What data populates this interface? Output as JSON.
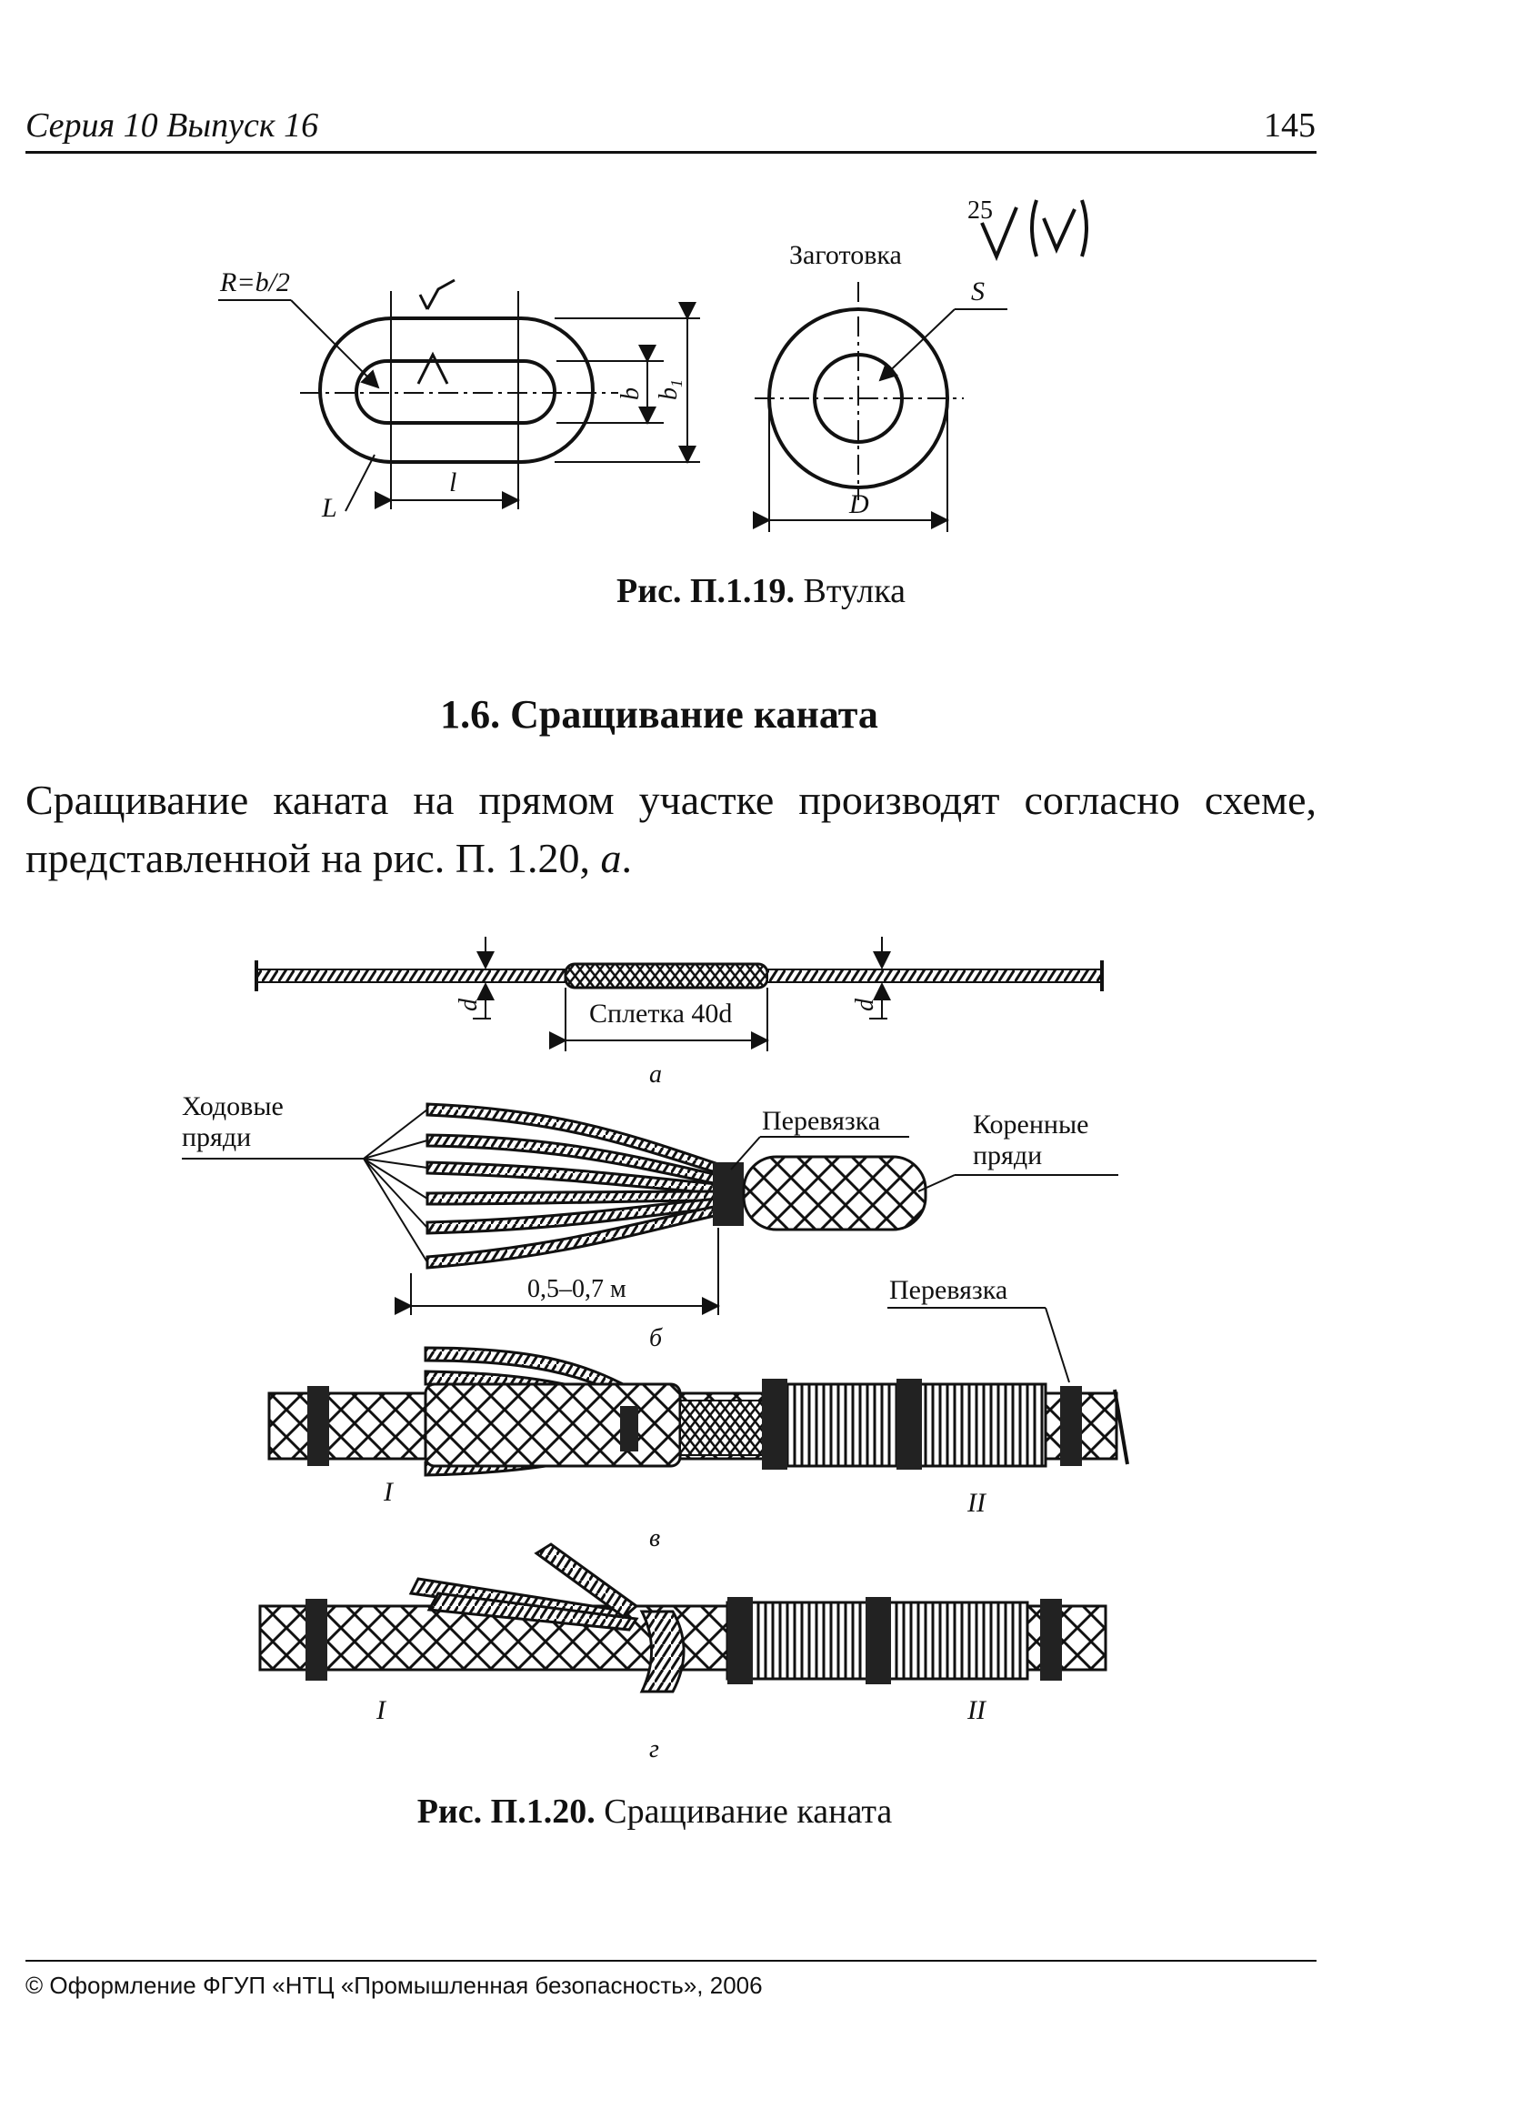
{
  "header": {
    "series": "Серия 10  Выпуск 16",
    "page_number": "145"
  },
  "fig19": {
    "roughness": "25",
    "label_blank": "Заготовка",
    "label_R": "R=b/2",
    "label_L": "L",
    "label_l": "l",
    "label_b": "b",
    "label_b1": "b",
    "label_b1_sub": "1",
    "label_S": "S",
    "label_D": "D",
    "caption_bold": "Рис. П.1.19.",
    "caption_text": " Втулка"
  },
  "section": {
    "title": "1.6. Сращивание каната"
  },
  "paragraph": {
    "text": "Сращивание каната на прямом участке производят согласно схеме, представленной на рис. П. 1.20, ",
    "italic_tail": "а",
    "end": "."
  },
  "fig20": {
    "label_d_left": "d",
    "label_d_right": "d",
    "label_splice": "Сплетка 40d",
    "sub_a": "а",
    "label_running": "Ходовые",
    "label_running2": "пряди",
    "label_tie_b": "Перевязка",
    "label_root": "Коренные",
    "label_root2": "пряди",
    "label_length": "0,5–0,7 м",
    "sub_b": "б",
    "label_tie_v": "Перевязка",
    "label_I_v": "I",
    "label_II_v": "II",
    "sub_v": "в",
    "label_I_g": "I",
    "label_II_g": "II",
    "sub_g": "г",
    "caption_bold": "Рис. П.1.20.",
    "caption_text": " Сращивание каната"
  },
  "footer": {
    "text": "© Оформление ФГУП «НТЦ «Промышленная безопасность», 2006"
  }
}
